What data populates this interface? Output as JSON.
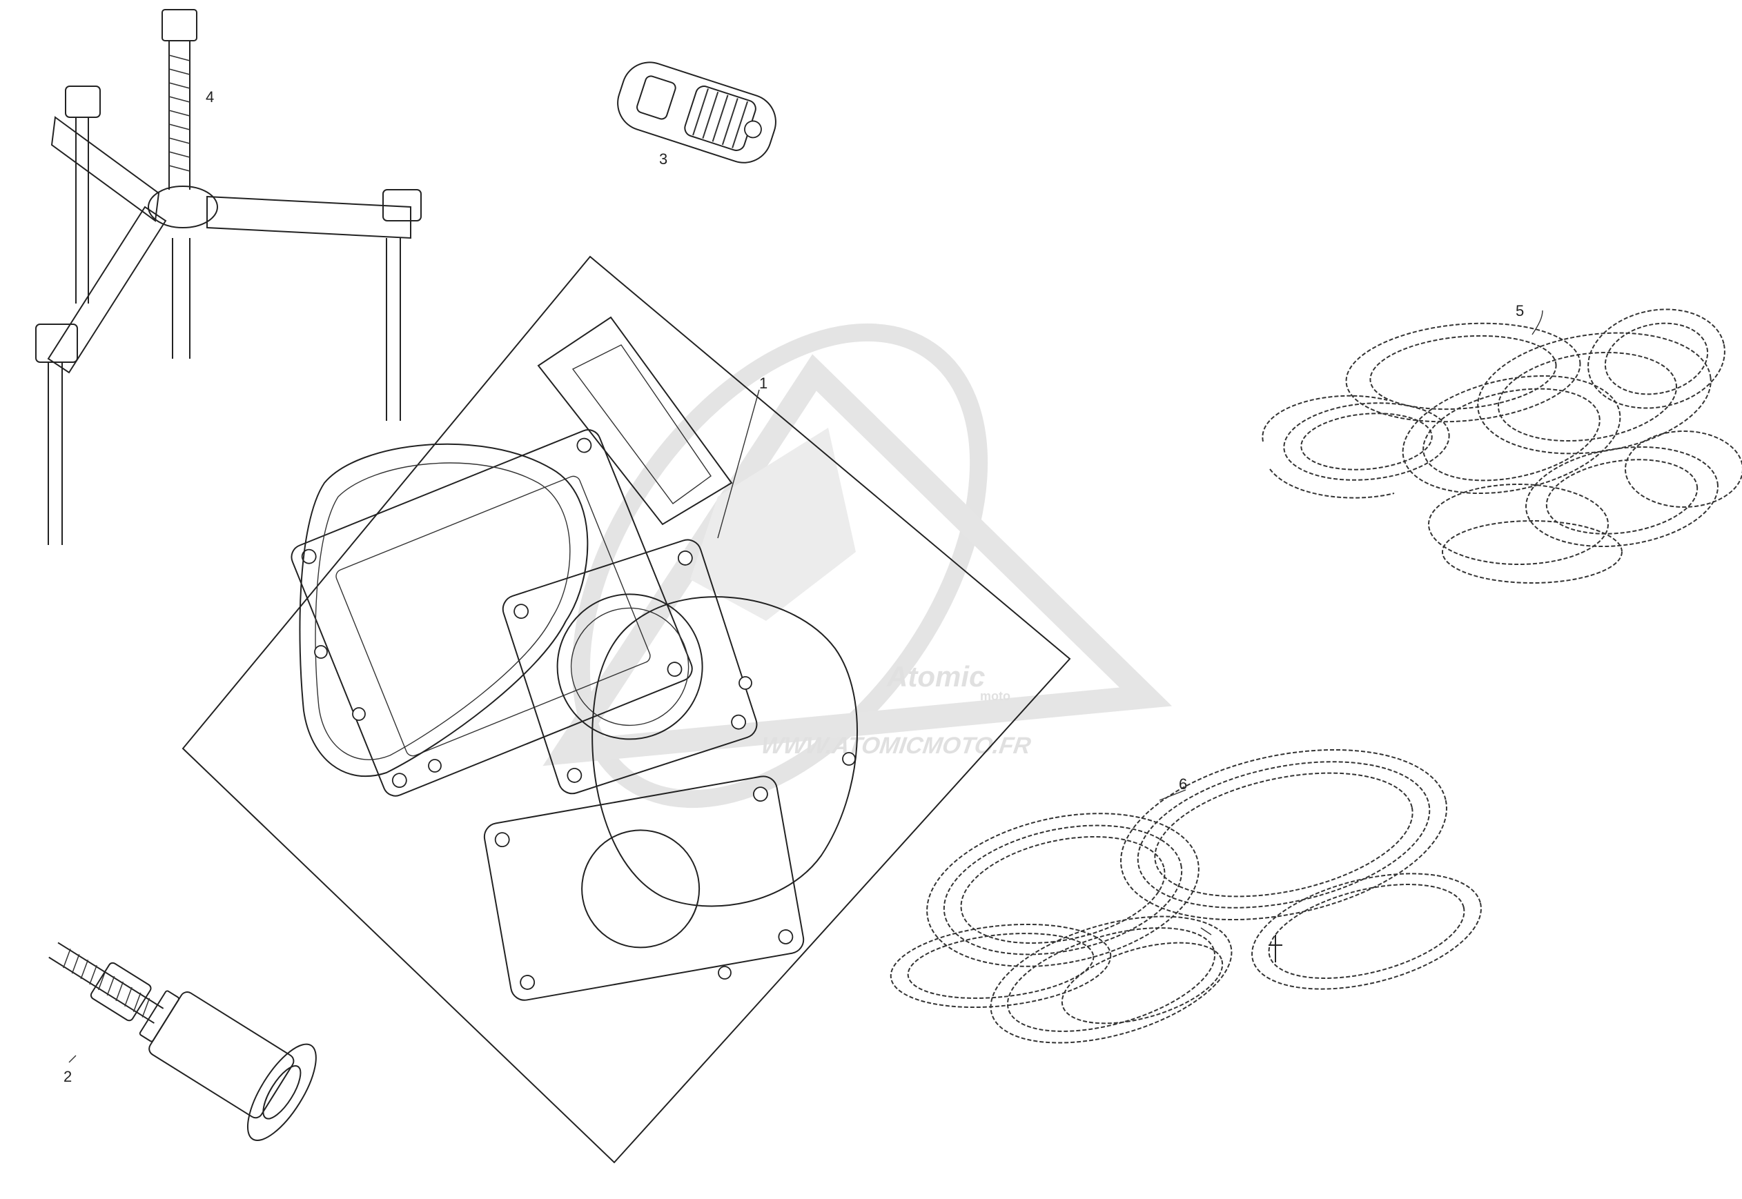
{
  "diagram": {
    "callouts": [
      {
        "id": "1",
        "label": "1"
      },
      {
        "id": "2",
        "label": "2"
      },
      {
        "id": "3",
        "label": "3"
      },
      {
        "id": "4",
        "label": "4"
      },
      {
        "id": "5",
        "label": "5"
      },
      {
        "id": "6",
        "label": "6"
      }
    ]
  },
  "watermark": {
    "brand": "Atomic",
    "brand_sub": "moto",
    "url": "WWW.ATOMICMOTO.FR"
  },
  "colors": {
    "line": "#222222",
    "watermark": "#c8c8c8",
    "background": "#ffffff"
  }
}
